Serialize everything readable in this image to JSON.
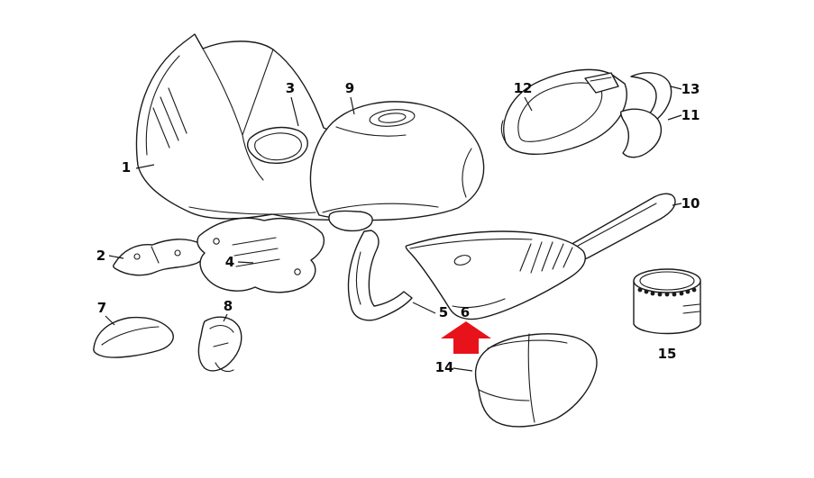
{
  "diagram": {
    "background_color": "#ffffff",
    "line_color": "#1b1b1b",
    "arrow": {
      "color": "#e8121b",
      "direction": "up",
      "points_to_part_label": "6"
    },
    "parts": [
      {
        "label": "1"
      },
      {
        "label": "2"
      },
      {
        "label": "3"
      },
      {
        "label": "4"
      },
      {
        "label": "5"
      },
      {
        "label": "6"
      },
      {
        "label": "7"
      },
      {
        "label": "8"
      },
      {
        "label": "9"
      },
      {
        "label": "10"
      },
      {
        "label": "11"
      },
      {
        "label": "12"
      },
      {
        "label": "13"
      },
      {
        "label": "14"
      },
      {
        "label": "15"
      }
    ]
  }
}
